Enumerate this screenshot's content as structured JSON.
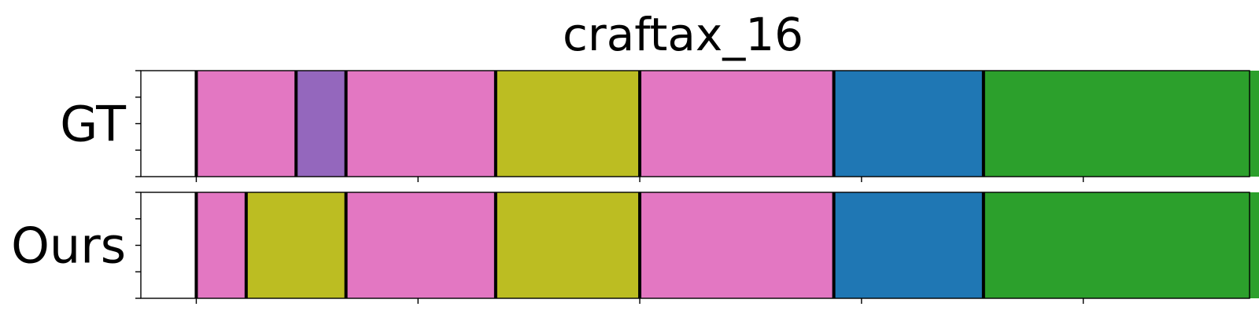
{
  "chart_data": {
    "type": "segmentation-timeline",
    "title": "craftax_16",
    "x_range": [
      0,
      100
    ],
    "x_ticks": [
      5,
      25,
      45,
      65,
      85,
      105
    ],
    "tick_labels_visible": false,
    "grid": false,
    "rows": [
      {
        "label": "GT",
        "boundaries": [
          5,
          14,
          18.5,
          32,
          45,
          62.5,
          76,
          104.5
        ],
        "segments": [
          {
            "start": 5,
            "end": 14,
            "color": "#e377c2"
          },
          {
            "start": 14,
            "end": 18.5,
            "color": "#9467bd"
          },
          {
            "start": 18.5,
            "end": 32,
            "color": "#e377c2"
          },
          {
            "start": 32,
            "end": 45,
            "color": "#bcbd22"
          },
          {
            "start": 45,
            "end": 62.5,
            "color": "#e377c2"
          },
          {
            "start": 62.5,
            "end": 76,
            "color": "#1f77b4"
          },
          {
            "start": 76,
            "end": 104.5,
            "color": "#2ca02c"
          }
        ]
      },
      {
        "label": "Ours",
        "boundaries": [
          5,
          9.5,
          18.5,
          32,
          45,
          62.5,
          76,
          104.5
        ],
        "segments": [
          {
            "start": 5,
            "end": 9.5,
            "color": "#e377c2"
          },
          {
            "start": 9.5,
            "end": 18.5,
            "color": "#bcbd22"
          },
          {
            "start": 18.5,
            "end": 32,
            "color": "#e377c2"
          },
          {
            "start": 32,
            "end": 45,
            "color": "#bcbd22"
          },
          {
            "start": 45,
            "end": 62.5,
            "color": "#e377c2"
          },
          {
            "start": 62.5,
            "end": 76,
            "color": "#1f77b4"
          },
          {
            "start": 76,
            "end": 104.5,
            "color": "#2ca02c"
          }
        ]
      }
    ]
  }
}
